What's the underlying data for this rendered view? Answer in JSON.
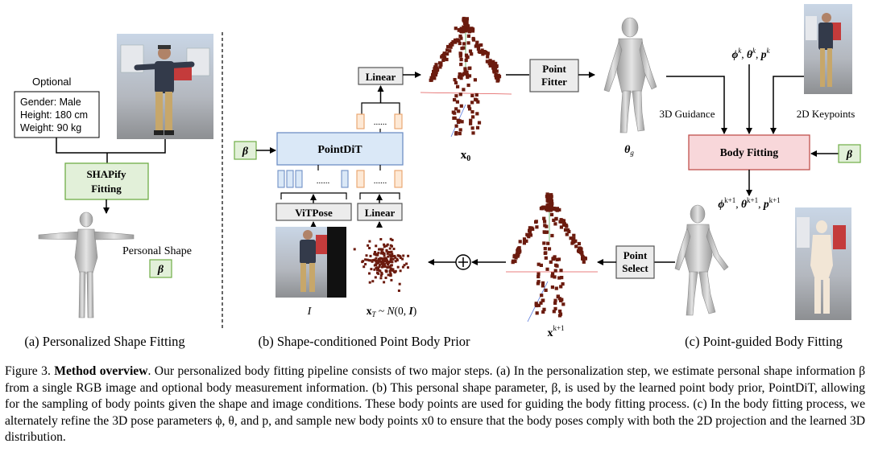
{
  "panel_a": {
    "optional_label": "Optional",
    "attributes": [
      "Gender: Male",
      "Height: 180 cm",
      "Weight: 90 kg"
    ],
    "fitting_label_1": "SHAPify",
    "fitting_label_2": "Fitting",
    "personal_shape_label": "Personal Shape",
    "beta": "β",
    "caption": "(a) Personalized Shape Fitting"
  },
  "panel_b": {
    "pointdit": "PointDiT",
    "vitpose": "ViTPose",
    "linear_top": "Linear",
    "linear_bottom": "Linear",
    "beta": "β",
    "dots": "......",
    "dots_left": "......",
    "dots_right": "......",
    "image_label": "I",
    "xt_label": "x_T ~ N(0, I)",
    "x0_label": "x_0",
    "xk1_label": "x^{k+1}",
    "plus": "+",
    "caption": "(b) Shape-conditioned Point Body Prior"
  },
  "panel_c": {
    "point_fitter_1": "Point",
    "point_fitter_2": "Fitter",
    "point_select_1": "Point",
    "point_select_2": "Select",
    "theta_g": "θ_g",
    "phi_k": "ϕ^k, θ^k, p^k",
    "guidance_3d": "3D Guidance",
    "keypoints_2d": "2D Keypoints",
    "body_fitting": "Body Fitting",
    "beta": "β",
    "phi_k1": "ϕ^{k+1}, θ^{k+1}, p^{k+1}",
    "caption": "(c) Point-guided Body Fitting"
  },
  "caption": {
    "prefix": "Figure 3.",
    "bold": "Method overview",
    "text": ". Our personalized body fitting pipeline consists of two major steps. (a) In the personalization step, we estimate personal shape information β from a single RGB image and optional body measurement information. (b) This personal shape parameter, β, is used by the learned point body prior, PointDiT, allowing for the sampling of body points given the shape and image conditions. These body points are used for guiding the body fitting process. (c) In the body fitting process, we alternately refine the 3D pose parameters ϕ, θ, and p, and sample new body points x0 to ensure that the body poses comply with both the 2D projection and the learned 3D distribution."
  },
  "colors": {
    "green_fill": "#e2f0d9",
    "green_stroke": "#70ad47",
    "blue_fill": "#dae8f7",
    "blue_stroke": "#6f8fc5",
    "orange_fill": "#fde9d6",
    "orange_stroke": "#e9a26a",
    "pink_fill": "#f8d7da",
    "pink_stroke": "#c0504d",
    "grey_fill": "#ececec",
    "point_color": "#6b1b0e"
  }
}
